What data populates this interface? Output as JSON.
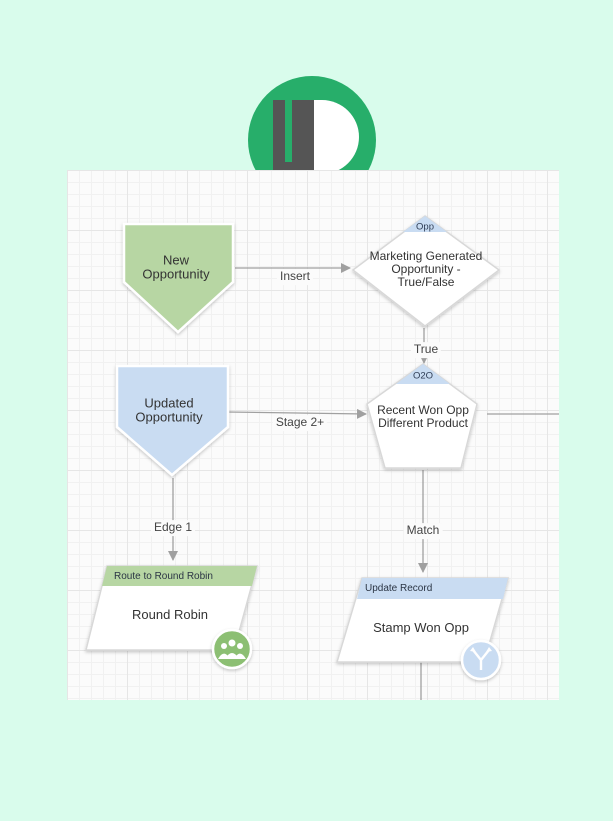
{
  "logo": {
    "name": "LD logo",
    "bg_color": "#27ae6a"
  },
  "nodes": {
    "new_opportunity": {
      "label": "New Opportunity",
      "fill": "#b7d6a3"
    },
    "updated_opportunity": {
      "label": "Updated Opportunity",
      "fill": "#c9dcf2"
    },
    "marketing_decision": {
      "tag": "Opp",
      "label": "Marketing Generated Opportunity - True/False"
    },
    "recent_won_opp": {
      "tag": "O2O",
      "label": "Recent Won Opp Different Product"
    },
    "round_robin": {
      "header": "Route to Round Robin",
      "label": "Round Robin",
      "icon": "group-icon"
    },
    "stamp_won_opp": {
      "header": "Update Record",
      "label": "Stamp Won Opp",
      "icon": "branch-icon"
    }
  },
  "edges": {
    "insert": "Insert",
    "stage2": "Stage 2+",
    "true": "True",
    "edge1": "Edge 1",
    "match": "Match"
  },
  "colors": {
    "tag_blue": "#c9dcf2",
    "header_green": "#b7d6a3",
    "header_blue": "#c9dcf2",
    "line": "#a0a0a0"
  }
}
